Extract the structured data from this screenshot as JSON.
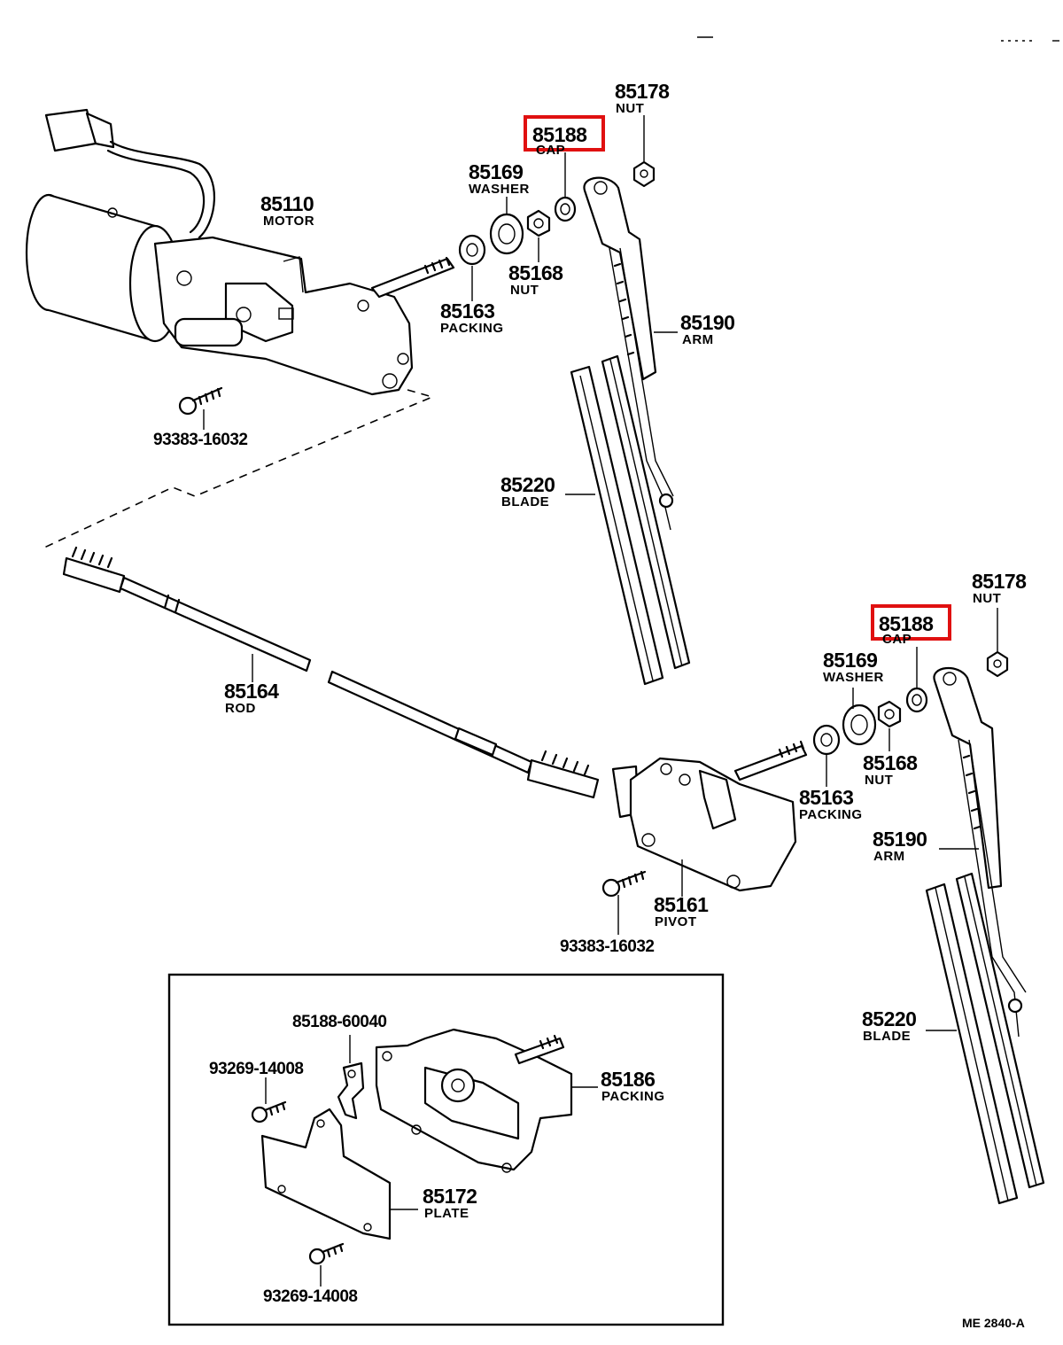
{
  "highlight_color": "#e01010",
  "labels": {
    "motor": {
      "number": "85110",
      "name": "MOTOR"
    },
    "bolt_1": {
      "number": "93383-16032"
    },
    "cap_1": {
      "number": "85188",
      "name": "CAP"
    },
    "nut178_1": {
      "number": "85178",
      "name": "NUT"
    },
    "washer_1": {
      "number": "85169",
      "name": "WASHER"
    },
    "nut168_1": {
      "number": "85168",
      "name": "NUT"
    },
    "packing_1": {
      "number": "85163",
      "name": "PACKING"
    },
    "arm_1": {
      "number": "85190",
      "name": "ARM"
    },
    "blade_1": {
      "number": "85220",
      "name": "BLADE"
    },
    "rod": {
      "number": "85164",
      "name": "ROD"
    },
    "nut178_2": {
      "number": "85178",
      "name": "NUT"
    },
    "cap_2": {
      "number": "85188",
      "name": "CAP"
    },
    "washer_2": {
      "number": "85169",
      "name": "WASHER"
    },
    "nut168_2": {
      "number": "85168",
      "name": "NUT"
    },
    "packing_2": {
      "number": "85163",
      "name": "PACKING"
    },
    "arm_2": {
      "number": "85190",
      "name": "ARM"
    },
    "pivot": {
      "number": "85161",
      "name": "PIVOT"
    },
    "bolt_2": {
      "number": "93383-16032"
    },
    "blade_2": {
      "number": "85220",
      "name": "BLADE"
    },
    "inset_cap": {
      "number": "85188-60040"
    },
    "inset_screw_1": {
      "number": "93269-14008"
    },
    "inset_packing": {
      "number": "85186",
      "name": "PACKING"
    },
    "inset_plate": {
      "number": "85172",
      "name": "PLATE"
    },
    "inset_screw_2": {
      "number": "93269-14008"
    }
  },
  "figure_ref": "ME 2840-A"
}
